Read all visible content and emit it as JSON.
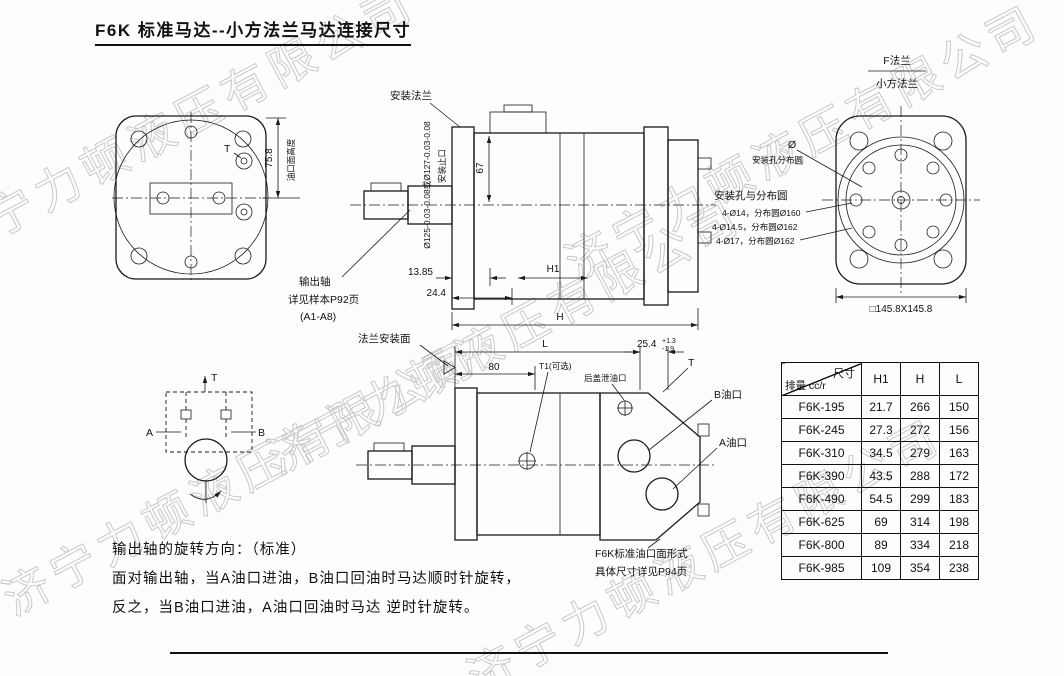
{
  "title": "F6K 标准马达--小方法兰马达连接尺寸",
  "watermark": "济宁力顿液压有限公司",
  "front_view": {
    "t": "T",
    "dim_75_8": "75.8",
    "oil_face": "油口面高度"
  },
  "side_view": {
    "mount_flange": "安装法兰",
    "dim_67": "67",
    "dia_note": "Ø125-0.03-0.08或Ø127-0.03-0.08",
    "spigot": "安装止口",
    "dim_13_85": "13.85",
    "dim_24_4": "24.4",
    "dim_h1": "H1",
    "dim_h": "H"
  },
  "shaft_note": {
    "line1": "输出轴",
    "line2": "详见样本P92页",
    "line3": "(A1-A8)"
  },
  "flange_view": {
    "f_flange": "F法兰",
    "small_square_flange": "小方法兰",
    "phi": "Ø",
    "bolt_circle": "安装孔分布圆",
    "holes_title": "安装孔与分布圆",
    "hole1": "4-Ø14，分布圆Ø160",
    "hole2": "4-Ø14.5，分布圆Ø162",
    "hole3": "4-Ø17，分布圆Ø162",
    "square": "□145.8X145.8"
  },
  "bottom_view": {
    "flange_face": "法兰安装面",
    "dim_l": "L",
    "dim_25_4": "25.4",
    "tol_top": "+1.3",
    "tol_bottom": "-1.9",
    "dim_80": "80",
    "t1": "T1(可选)",
    "drain": "后盖泄油口",
    "t": "T",
    "port_b": "B油口",
    "port_a": "A油口",
    "port_face1": "F6K标准油口面形式",
    "port_face2": "具体尺寸详见P94页"
  },
  "schematic": {
    "t": "T",
    "a": "A",
    "b": "B"
  },
  "rotation_note": {
    "line1": "输出轴的旋转方向：（标准）",
    "line2": "面对输出轴，当A油口进油，B油口回油时马达顺时针旋转，",
    "line3": "反之，当B油口进油，A油口回油时马达 逆时针旋转。"
  },
  "table": {
    "corner_top": "尺寸",
    "corner_bottom": "排量 cc/r",
    "columns": [
      "H1",
      "H",
      "L"
    ],
    "rows": [
      [
        "F6K-195",
        "21.7",
        "266",
        "150"
      ],
      [
        "F6K-245",
        "27.3",
        "272",
        "156"
      ],
      [
        "F6K-310",
        "34.5",
        "279",
        "163"
      ],
      [
        "F6K-390",
        "43.5",
        "288",
        "172"
      ],
      [
        "F6K-490",
        "54.5",
        "299",
        "183"
      ],
      [
        "F6K-625",
        "69",
        "314",
        "198"
      ],
      [
        "F6K-800",
        "89",
        "334",
        "218"
      ],
      [
        "F6K-985",
        "109",
        "354",
        "238"
      ]
    ]
  }
}
